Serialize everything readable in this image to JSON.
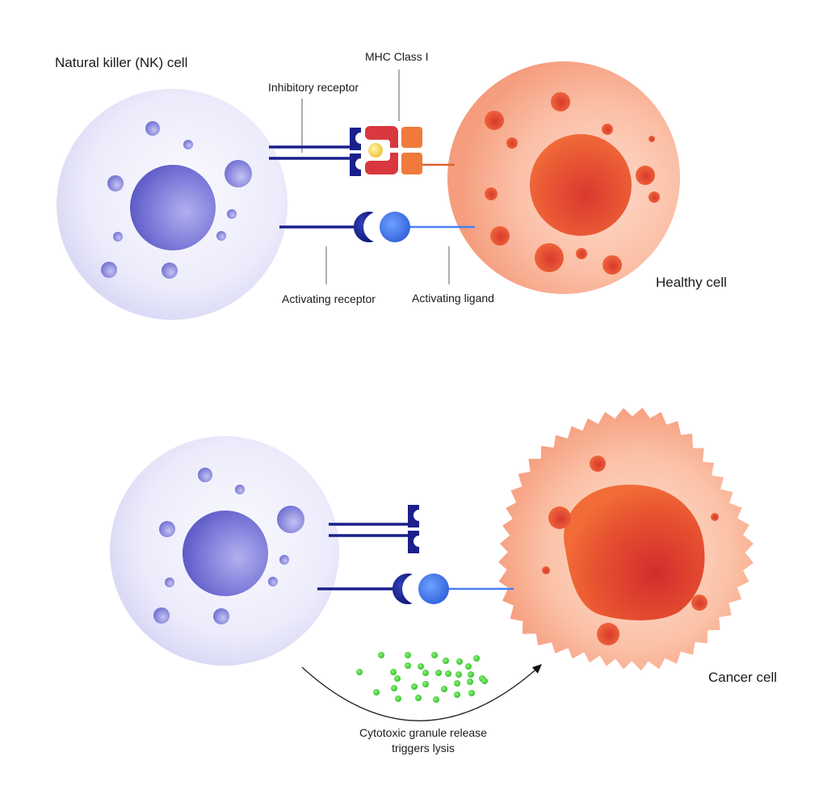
{
  "title": "Natural killer cell recognition of healthy vs. cancer cells",
  "labels": {
    "nk_cell": "Natural killer (NK) cell",
    "mhc_class_i": "MHC Class I",
    "inhibitory_receptor": "Inhibitory receptor",
    "activating_receptor": "Activating receptor",
    "activating_ligand": "Activating ligand",
    "healthy_cell": "Healthy cell",
    "cancer_cell": "Cancer cell",
    "granule_line1": "Cytotoxic granule release",
    "granule_line2": "triggers lysis"
  },
  "panels": [
    {
      "id": "top",
      "target": "Healthy cell",
      "mhc_present": true,
      "outcome": "inhibited"
    },
    {
      "id": "bottom",
      "target": "Cancer cell",
      "mhc_present": false,
      "outcome": "lysis"
    }
  ],
  "colors": {
    "nk_cytoplasm": "#e6e6fa",
    "nk_nucleus": "#7a78d6",
    "receptor_dark": "#1a1f8c",
    "ligand_blue": "#4a7ff0",
    "mhc_red": "#d9383f",
    "mhc_orange": "#ef7a3c",
    "peptide_yellow": "#f5d84a",
    "healthy_cytoplasm": "#f8a98c",
    "healthy_nucleus": "#e8502e",
    "granule_green": "#4ccf3c"
  }
}
